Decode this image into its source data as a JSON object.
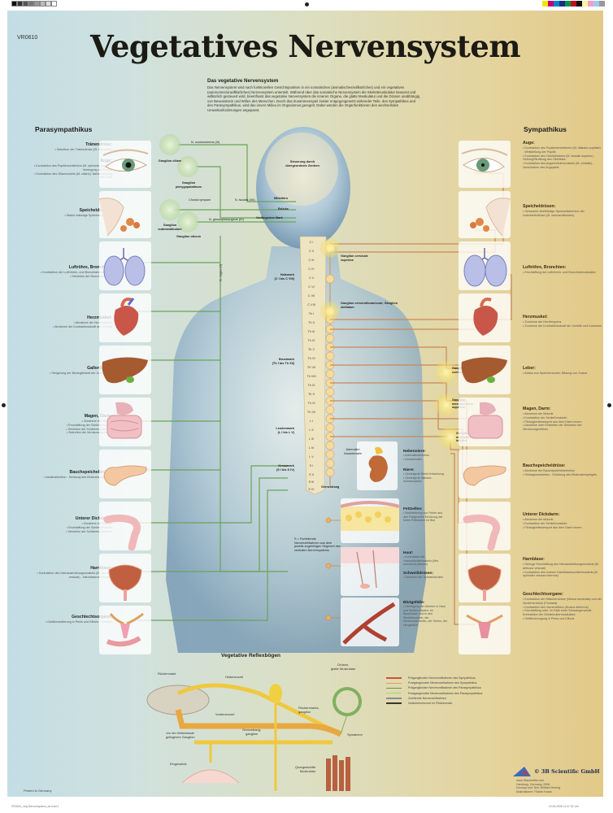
{
  "poster": {
    "code": "VR0610",
    "title": "Vegetatives Nervensystem",
    "intro": {
      "heading": "Das vegetative Nervensystem",
      "text": "Das Nervensystem wird nach funktionellen Gesichtspunkten in ein somatisches (animalisches/willkürliches) und ein vegetatives (autonomes/unwillkürliches) Nervensystem unterteilt. Während über das somatische Nervensystem die Skelettmuskulatur bewusst und willkürlich gesteuert wird, beeinflusst das vegetative Nervensystem die inneren Organe, die glatte Muskulatur und die Drüsen unabhängig von Bewusstsein und Willen des Menschen. Durch das Zusammenspiel zweier entgegengesetzt wirkender Teile, des Sympathikus und des Parasympathikus, wird das innere Milieu im Organismus geregelt. Dabei werden die Organfunktionen den wechselnden Umweltanforderungen angepasst."
    },
    "colors": {
      "bg_left": "#c3dde4",
      "bg_right": "#e2c988",
      "parasympathetic_line": "#6aa35a",
      "sympathetic_line": "#c9875a",
      "ganglion_yellow": "#f4e27a",
      "title": "#1c1a14"
    }
  },
  "parasympathikus": {
    "title": "Parasympathikus",
    "organs": [
      {
        "name": "Tränendrüse:",
        "effects": [
          "• Sekretion der Tränendrüse (Gl. lacrimalis)"
        ]
      },
      {
        "name": "Auge:",
        "effects": [
          "• Kontraktion des Pupillenschließers (M. sphincter pupillae) Verengung der Pupille",
          "• Kontraktion des Ziliarmuskels (M. ciliaris): Naheinstellung der Linse"
        ]
      },
      {
        "name": "Speicheldrüsen:",
        "effects": [
          "• Starke wässrige Speichelsekretion"
        ]
      },
      {
        "name": "Luftröhre, Bronchien:",
        "effects": [
          "• Kontraktion der Luftröhren- und Bronchialmuskulatur",
          "• Sekretion der Bronchialdrüsen"
        ]
      },
      {
        "name": "Herzmuskel:",
        "effects": [
          "• Abnahme der Herzfrequenz",
          "• Abnahme der Kontraktionskraft der Vorhöfe"
        ]
      },
      {
        "name": "Gallenblase:",
        "effects": [
          "• Steigerung der Beweglichkeit der Gallenblase"
        ]
      },
      {
        "name": "Magen, Darm:",
        "effects": [
          "• Zunahme der Motorik",
          "• Erschlaffung der Schließmuskeln",
          "• Sekretion der Schleimhautdrüsen",
          "• Sekretion der Verdauungsdrüsen"
        ]
      },
      {
        "name": "Bauchspeicheldrüse:",
        "effects": [
          "• Insulinsekretion - Senkung des Blutzuckerspiegels"
        ]
      },
      {
        "name": "Unterer Dickdarm:",
        "effects": [
          "• Zunahme der Motorik",
          "• Erschlaffung der Schließmuskeln",
          "• Sekretion der Schleimhautdrüsen"
        ]
      },
      {
        "name": "Harnblase:",
        "effects": [
          "• Kontraktion des Harnaustreibungsmuskels (M. detrusor vesicae) - Harnblasenentleerung"
        ]
      },
      {
        "name": "Geschlechtsorgane:",
        "effects": [
          "• Gefäßerweiterung in Penis und Klitoris - Erektion"
        ]
      }
    ]
  },
  "sympathikus": {
    "title": "Sympathikus",
    "organs": [
      {
        "name": "Auge:",
        "effects": [
          "• Kontraktion des Pupillenerweiterers (M. dilatator pupillae) - Weitstellung der Pupille",
          "• Kontraktion des Oberlidhebers (M. tarsalis superior) - Hebung/Straffung des Oberlides",
          "• Kontraktion des Augenhöhlenmuskels (M. orbitalis) - Vorschieben des Augapfels"
        ]
      },
      {
        "name": "Speicheldrüsen:",
        "effects": [
          "• Schwache dickflüssige Speichelsekretion der Unterkieferdrüse (Gl. submandibularis)"
        ]
      },
      {
        "name": "Luftröhre, Bronchien:",
        "effects": [
          "• Erschlaffung der Luftröhren- und Bronchialmuskulatur"
        ]
      },
      {
        "name": "Herzmuskel:",
        "effects": [
          "• Zunahme der Herzfrequenz",
          "• Zunahme der Kontraktionskraft der Vorhöfe und Kammern"
        ]
      },
      {
        "name": "Leber:",
        "effects": [
          "• Abbau von Speicherzucker, Bildung von Zucker"
        ]
      },
      {
        "name": "Magen, Darm:",
        "effects": [
          "• Abnahme der Motorik",
          "• Kontraktion der Schließmuskeln",
          "• Flüssigkeitstransport aus dem Darm innern",
          "• Abnahme oder Einstellen der Sekretion der Verdauungsdrüsen"
        ]
      },
      {
        "name": "Bauchspeicheldrüse:",
        "effects": [
          "• Abnahme der Bauchspeichelsekretion",
          "• Glukagonsekretion - Erhöhung des Blutzuckerspiegels"
        ]
      },
      {
        "name": "Unterer Dickdarm:",
        "effects": [
          "• Abnahme der Motorik",
          "• Kontraktion der Schließmuskeln",
          "• Flüssigkeitstransport aus dem Darm innern"
        ]
      },
      {
        "name": "Harnblase:",
        "effects": [
          "• Geringe Erschlaffung des Harnaustreibungsmuskels (M. detrusor vesicae)",
          "• Kontraktion des inneren Harnblasenschließmuskels (M. sphincter vesicae internus)"
        ]
      },
      {
        "name": "Geschlechtsorgane:",
        "effects": [
          "• Kontraktion der Bläschendrüse (Vesica seminalis) und der Vorsteherdrüse (Prostata)",
          "• Kontraktion des Samenleiters (Ductus deferens)",
          "• Erschlaffung oder, im Falle einer Schwangerschaft, Kontraktion der Gebärmuttermuskulatur",
          "• Gefäßverengung in Penis und Klitoris"
        ]
      }
    ]
  },
  "center": {
    "brain_label": "Steuerung durch übergeordnete Zentren",
    "brainstem": [
      "Mittelhirn",
      "Brücke",
      "Verlängertes Mark"
    ],
    "cranial_nerves": [
      "N. oculomotorius (III)",
      "Chorda tympani",
      "N. facialis (VII)",
      "N. glossopharyngeus (IX)",
      "N. vagus (X)"
    ],
    "head_ganglia": [
      "Ganglion ciliare",
      "Ganglion pterygopalatinum",
      "Ganglion submandibulare",
      "Ganglion oticum"
    ],
    "cord_regions": [
      {
        "name": "Halsmark",
        "range": "(C I bis C VIII)"
      },
      {
        "name": "Brustmark",
        "range": "(Th I bis Th XII)"
      },
      {
        "name": "Lendenmark",
        "range": "(L I bis L V)"
      },
      {
        "name": "Kreuzmark",
        "range": "(S I bis S IV)"
      }
    ],
    "vertebrae": [
      "C I",
      "C II",
      "C III",
      "C IV",
      "C V",
      "C VI",
      "C VII",
      "C VIII",
      "Th I",
      "Th II",
      "Th III",
      "Th IV",
      "Th V",
      "Th VI",
      "Th VII",
      "Th VIII",
      "Th IX",
      "Th X",
      "Th XI",
      "Th XII",
      "L I",
      "L II",
      "L III",
      "L IV",
      "L V",
      "S I",
      "S II",
      "S III",
      "S IV"
    ],
    "sympathetic_ganglia": [
      "Ganglion cervicale superius",
      "Ganglion cervicothoracicum; Ganglion stellatum",
      "Ganglion coeliacum",
      "Ganglion mesentericum superius",
      "Ganglion mesentericum inferius"
    ],
    "grenzstrang": "Grenzstrang",
    "segment_note": "S = Fortleitende Nervenzellbahnen aus dem jeweils zugehörigen Segment des zentralen Nervensystems",
    "segment_marker": "S"
  },
  "inserts": [
    {
      "name": "Nebenniere:",
      "effects": [
        "• Adrenalinsekretion",
        "• Noradrenalin"
      ],
      "image_label": "Adrenalin/ Noradrenalin"
    },
    {
      "name": "Niere:",
      "effects": [
        "• Gesteigerte Renin-freisetzung",
        "• Gesteigerte Natrium-rückresorption"
      ]
    },
    {
      "name": "Fettzellen:",
      "effects": [
        "• Mobilisierung von Fetten aus den Fettgewebe Erhöhung der freien Fettsäuren im Blut"
      ]
    },
    {
      "name": "Haut:",
      "effects": [
        "• Kontraktion der Haaraufrichtemuskeln (Mm. arrectores pilorum)"
      ]
    },
    {
      "name": "Schweißdrüsen:",
      "effects": [
        "• Sekretion der Schweißdrüsen"
      ]
    },
    {
      "name": "Blutgefäße:",
      "effects": [
        "• Verengung der Arterien in Haut und Schleimhäuten, im Bauchraum und in den Skelettmuskeln, der Herzkranzarterien, der Venen, der Hirngefäße"
      ]
    }
  ],
  "reflex": {
    "title": "Vegetative Reflexbögen",
    "labels": {
      "rueckenmark": "Rückenmark",
      "hinterwurzel": "Hinterwurzel",
      "vorderwurzel": "Vorderwurzel",
      "spinalganglion": "Rückenmarks-\nganglion",
      "grenzstrangganglion": "Grenzstrang-\nganglion",
      "praevertebral": "Vor der Wirbelsäule\ngelegenes Ganglion",
      "eingeweide": "Eingeweide",
      "druesen": "Drüsen,\nglatte Muskulatur",
      "spinalnerv": "Spinalnerv",
      "quergestreift": "Quergestreifte\nMuskulatur"
    }
  },
  "legend": [
    {
      "label": "Präganglionäre Nervenzellbahnen des Sympathikus",
      "color": "#c8553a"
    },
    {
      "label": "Postganglionäre Nervenzellbahnen des Sympathikus",
      "color": "#e0a060"
    },
    {
      "label": "Präganglionäre Nervenzellbahnen des Parasympathikus",
      "color": "#5e9a4a"
    },
    {
      "label": "Postganglionäre Nervenzellbahnen des Parasympathikus",
      "color": "#a7cf86"
    },
    {
      "label": "Zuleitende Nervenzellbahnen",
      "color": "#8a8f95"
    },
    {
      "label": "Zwischenneurone im Rückenmark",
      "color": "#3a3626"
    }
  ],
  "footer": {
    "printed": "Printed in Germany",
    "company": "© 3B Scientific GmbH",
    "credits": [
      "www.3bscientific.com",
      "Hamburg, Germany, 2006",
      "Konzept und Text: Wilfried Hennig",
      "Illustrationen: Florian Kraus"
    ],
    "file_meta_left": "VR0610_Veg Nervensystem_de.indd  1",
    "file_meta_right": "19.06.2006   11:47:31 Uhr"
  }
}
